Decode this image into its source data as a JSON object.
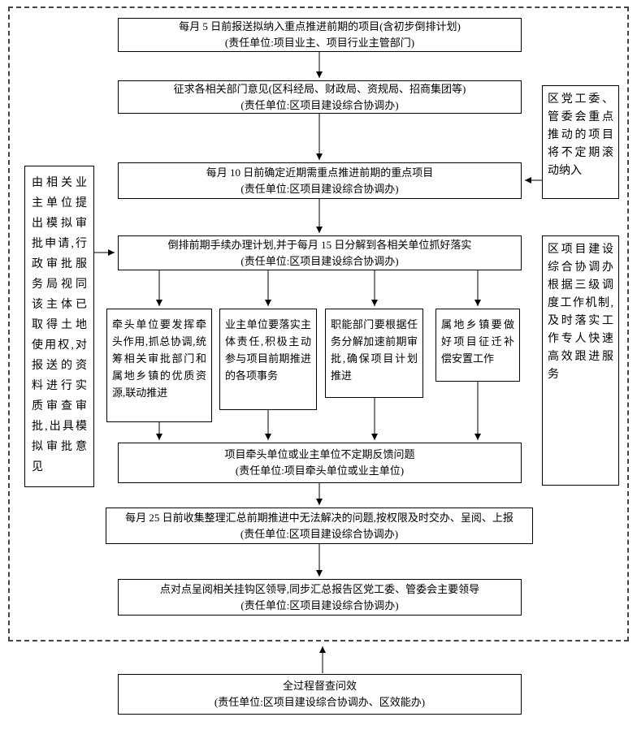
{
  "boxes": {
    "step1": {
      "title": "每月 5 日前报送拟纳入重点推进前期的项目(含初步倒排计划)",
      "unit": "(责任单位:项目业主、项目行业主管部门)"
    },
    "step2": {
      "title": "征求各相关部门意见(区科经局、财政局、资规局、招商集团等)",
      "unit": "(责任单位:区项目建设综合协调办)"
    },
    "step3": {
      "title": "每月 10 日前确定近期需重点推进前期的重点项目",
      "unit": "(责任单位:区项目建设综合协调办)"
    },
    "step4": {
      "title": "倒排前期手续办理计划,并于每月 15 日分解到各相关单位抓好落实",
      "unit": "(责任单位:区项目建设综合协调办)"
    },
    "role_lead": {
      "text": "牵头单位要发挥牵头作用,抓总协调,统筹相关审批部门和属地乡镇的优质资源,联动推进"
    },
    "role_owner": {
      "text": "业主单位要落实主体责任,积极主动参与项目前期推进的各项事务"
    },
    "role_dept": {
      "text": "职能部门要根据任务分解加速前期审批,确保项目计划推进"
    },
    "role_town": {
      "text": "属地乡镇要做好项目征迁补偿安置工作"
    },
    "feedback": {
      "title": "项目牵头单位或业主单位不定期反馈问题",
      "unit": "(责任单位:项目牵头单位或业主单位)"
    },
    "step25": {
      "title": "每月 25 日前收集整理汇总前期推进中无法解决的问题,按权限及时交办、呈阅、上报",
      "unit": "(责任单位:区项目建设综合协调办)"
    },
    "report": {
      "title": "点对点呈阅相关挂钩区领导,同步汇总报告区党工委、管委会主要领导",
      "unit": "(责任单位:区项目建设综合协调办)"
    },
    "supervise": {
      "title": "全过程督查问效",
      "unit": "(责任单位:区项目建设综合协调办、区效能办)"
    },
    "side_left": {
      "text": "由相关业主单位提出模拟审批申请,行政审批服务局视同该主体已取得土地使用权,对报送的资料进行实质审查审批,出具模拟审批意见"
    },
    "side_right_top": {
      "text": "区党工委、管委会重点推动的项目将不定期滚动纳入"
    },
    "side_right_bottom": {
      "text": "区项目建设综合协调办根据三级调度工作机制,及时落实工作专人快速高效跟进服务"
    }
  },
  "colors": {
    "line": "#000000",
    "border": "#000000",
    "background": "#ffffff"
  }
}
